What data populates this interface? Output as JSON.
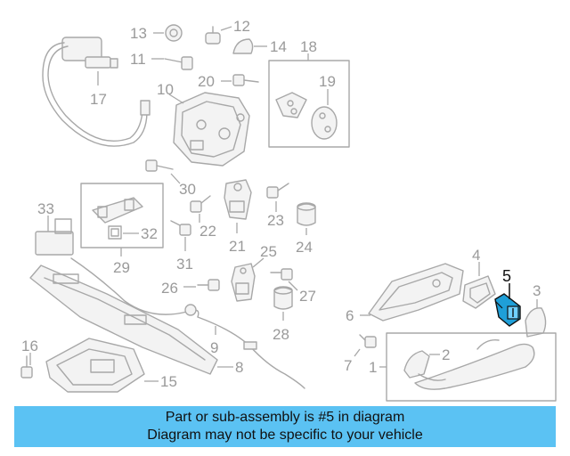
{
  "diagram": {
    "highlight_color": "#1f9fd8",
    "callouts": {
      "c1": "1",
      "c2": "2",
      "c3": "3",
      "c4": "4",
      "c5": "5",
      "c6": "6",
      "c7": "7",
      "c8": "8",
      "c9": "9",
      "c10": "10",
      "c11": "11",
      "c12": "12",
      "c13": "13",
      "c14": "14",
      "c15": "15",
      "c16": "16",
      "c17": "17",
      "c18": "18",
      "c19": "19",
      "c20": "20",
      "c21": "21",
      "c22": "22",
      "c23": "23",
      "c24": "24",
      "c25": "25",
      "c26": "26",
      "c27": "27",
      "c28": "28",
      "c29": "29",
      "c30": "30",
      "c31": "31",
      "c32": "32",
      "c33": "33"
    },
    "highlighted_part": "5"
  },
  "banner": {
    "color": "#5bc2f3",
    "line1": "Part or sub-assembly is #5 in diagram",
    "line2": "Diagram may not be specific to your vehicle"
  }
}
